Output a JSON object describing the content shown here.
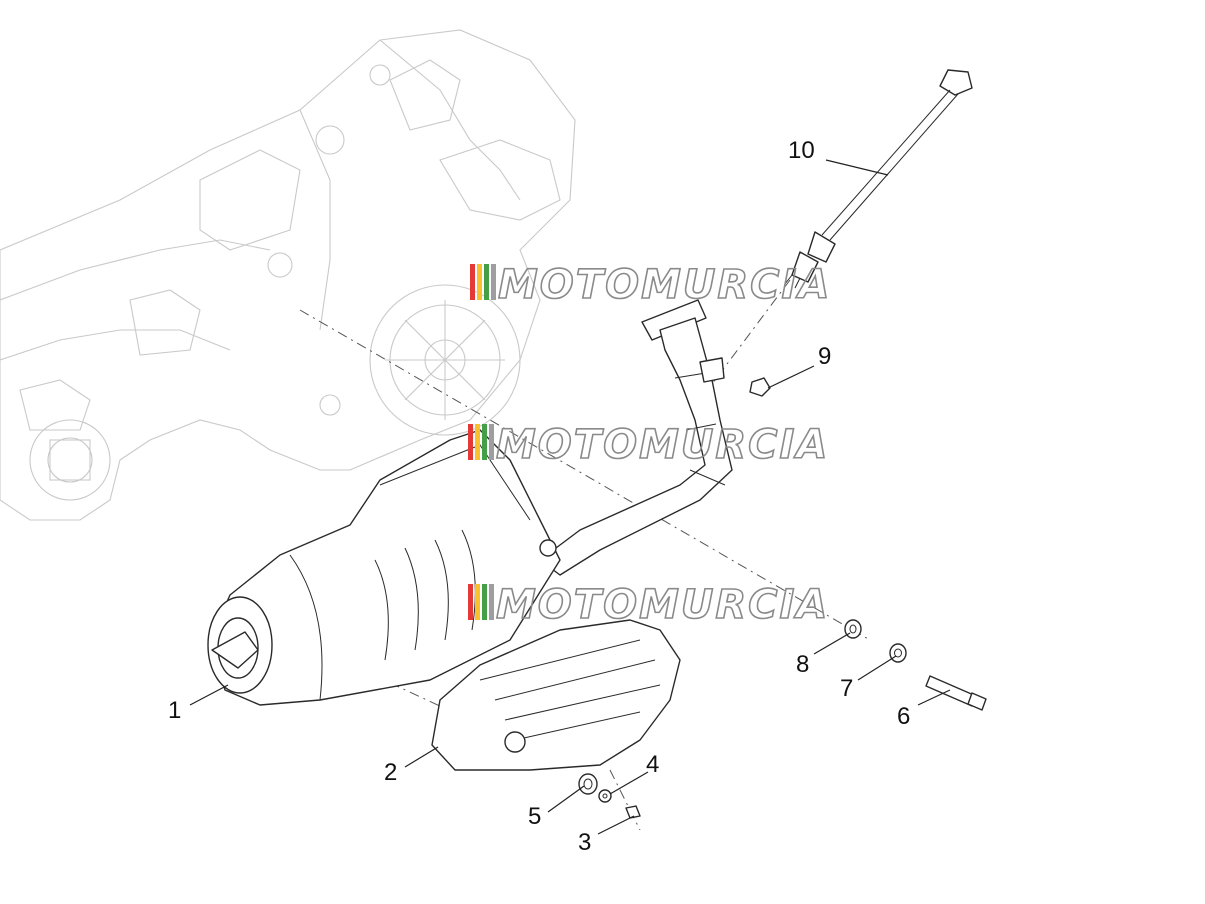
{
  "watermark": {
    "text": "MOTOMURCIA"
  },
  "callouts": [
    {
      "id": "1",
      "label": "1",
      "part": "muffler"
    },
    {
      "id": "2",
      "label": "2",
      "part": "heat-shield"
    },
    {
      "id": "3",
      "label": "3",
      "part": "screw"
    },
    {
      "id": "4",
      "label": "4",
      "part": "washer"
    },
    {
      "id": "5",
      "label": "5",
      "part": "grommet"
    },
    {
      "id": "6",
      "label": "6",
      "part": "bolt"
    },
    {
      "id": "7",
      "label": "7",
      "part": "washer"
    },
    {
      "id": "8",
      "label": "8",
      "part": "spacer"
    },
    {
      "id": "9",
      "label": "9",
      "part": "nut"
    },
    {
      "id": "10",
      "label": "10",
      "part": "lambda-sensor"
    }
  ],
  "colors": {
    "linework": "#2a2a2a",
    "engine_ghost": "#c9c9c9",
    "watermark_stripes": [
      "#e53935",
      "#fbc02d",
      "#43a047",
      "#9e9e9e"
    ]
  }
}
